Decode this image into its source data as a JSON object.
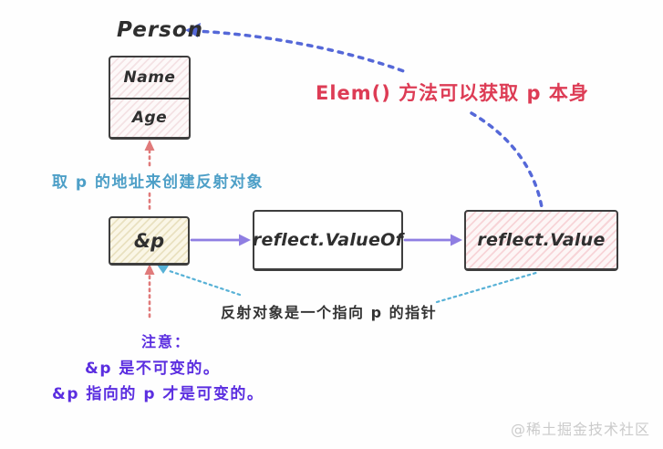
{
  "diagram": {
    "person_label": "Person",
    "struct_fields": [
      "Name",
      "Age"
    ],
    "boxes": {
      "amp_p": "&p",
      "value_of": "reflect.ValueOf",
      "value": "reflect.Value"
    },
    "annotations": {
      "elem_note": "Elem() 方法可以获取 p 本身",
      "addr_note": "取 p 的地址来创建反射对象",
      "pointer_note": "反射对象是一个指向 p 的指针",
      "note_title": "注意：",
      "note_line1": "&p 是不可变的。",
      "note_line2": "&p 指向的 p 才是可变的。"
    },
    "watermark": "@稀土掘金技术社区",
    "colors": {
      "blue_dotted_arrow": "#5568d8",
      "red_dotted_line": "#e07a7a",
      "purple_arrow": "#8f7ee2",
      "teal_dotted_line": "#57b1d6",
      "teal_text": "#4d9fc7",
      "crimson_text": "#dd3c55",
      "purple_text": "#5b2ee0",
      "ink": "#2f2f2f",
      "box_border": "#3e3e3e"
    }
  }
}
